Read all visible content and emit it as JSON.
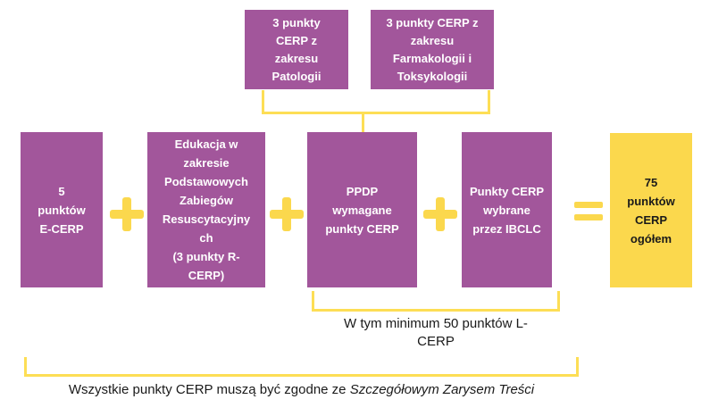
{
  "diagram_title": "CERP points requirement flow",
  "colors": {
    "box_purple": "#A2569B",
    "accent_yellow": "#FBD84D",
    "connector_yellow": "#FDDE55",
    "box_text_white": "#FFFFFF",
    "caption_text": "#1A1A1A"
  },
  "icons": {
    "plus-icon": "+",
    "equals-icon": "="
  },
  "top_row": {
    "patologia": "3 punkty\nCERP z\nzakresu\nPatologii",
    "farmakologia": "3 punkty CERP z\nzakresu\nFarmakologii i\nToksykologii"
  },
  "main_row": {
    "ecerp": "5\npunktów\nE-CERP",
    "edukacja": "Edukacja w\nzakresie\nPodstawowych\nZabiegów\nResuscytacyjny\nch\n(3 punkty R-\nCERP)",
    "ppdp": "PPDP\nwymagane\npunkty CERP",
    "ibclc": "Punkty CERP\nwybrane\nprzez IBCLC",
    "total": "75\npunktów\nCERP\nogółem"
  },
  "captions": {
    "lcerp": "W tym minimum 50 punktów L-\nCERP",
    "bottom_regular": "Wszystkie punkty CERP muszą być zgodne ze ",
    "bottom_italic": "Szczegółowym Zarysem Treści"
  }
}
